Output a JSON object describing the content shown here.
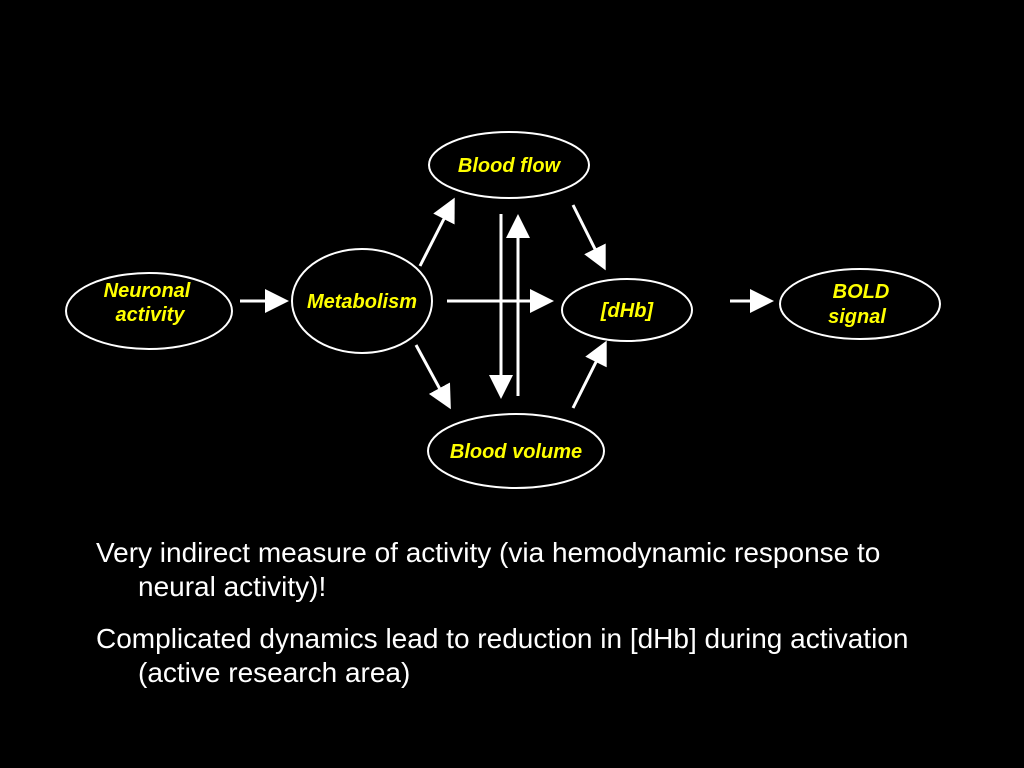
{
  "diagram": {
    "nodes": {
      "neuronal_activity": {
        "line1": "Neuronal",
        "line2": "activity"
      },
      "metabolism": {
        "label": "Metabolism"
      },
      "blood_flow": {
        "label": "Blood flow"
      },
      "blood_volume": {
        "label": "Blood volume"
      },
      "dhb": {
        "label": "[dHb]"
      },
      "bold_signal": {
        "line1": "BOLD",
        "line2": "signal"
      }
    },
    "colors": {
      "background": "#000000",
      "node_text": "#ffff00",
      "lines": "#ffffff"
    }
  },
  "notes": [
    "Very indirect measure of activity (via hemodynamic response to neural activity)!",
    "Complicated dynamics lead to reduction in [dHb] during activation (active research area)"
  ]
}
